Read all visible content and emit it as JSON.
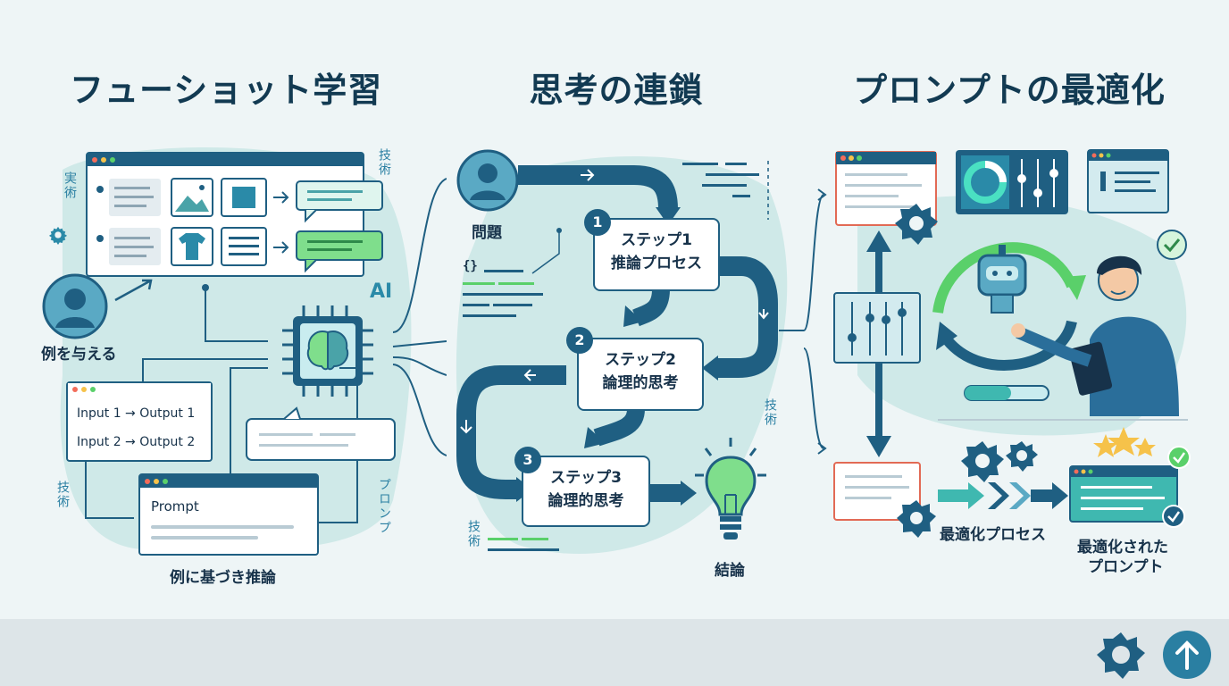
{
  "colors": {
    "primary": "#1f5f82",
    "accent_green": "#5ad06a",
    "accent_teal": "#3fb8b0",
    "bg": "#eef5f6",
    "blob": "#c9e8e6"
  },
  "panel1": {
    "title": "フューショット学習",
    "side_label_left": "実術",
    "side_label_right": "技術",
    "side_label_bottom_left": "技術",
    "side_label_bottom_right": "プロンプ",
    "ai_badge": "AI",
    "example_label": "例を与える",
    "code_lines": [
      "Input 1 → Output 1",
      "Input 2 → Output 2"
    ],
    "prompt_title": "Prompt",
    "inference_label": "例に基づき推論"
  },
  "panel2": {
    "title": "思考の連鎖",
    "question_label": "問題",
    "code_brace": "{}",
    "steps": [
      {
        "num": "1",
        "title": "ステップ1",
        "sub": "推論プロセス"
      },
      {
        "num": "2",
        "title": "ステップ2",
        "sub": "論理的思考"
      },
      {
        "num": "3",
        "title": "ステップ3",
        "sub": "論理的思考"
      }
    ],
    "side_label_right": "技術",
    "side_label_bottom": "技術",
    "conclusion_label": "結論"
  },
  "panel3": {
    "title": "プロンプトの最適化",
    "process_label": "最適化プロセス",
    "result_label_line1": "最適化された",
    "result_label_line2": "プロンプト"
  },
  "footer": {
    "settings_icon": "gear-icon",
    "scroll_top_icon": "arrow-up-icon"
  }
}
